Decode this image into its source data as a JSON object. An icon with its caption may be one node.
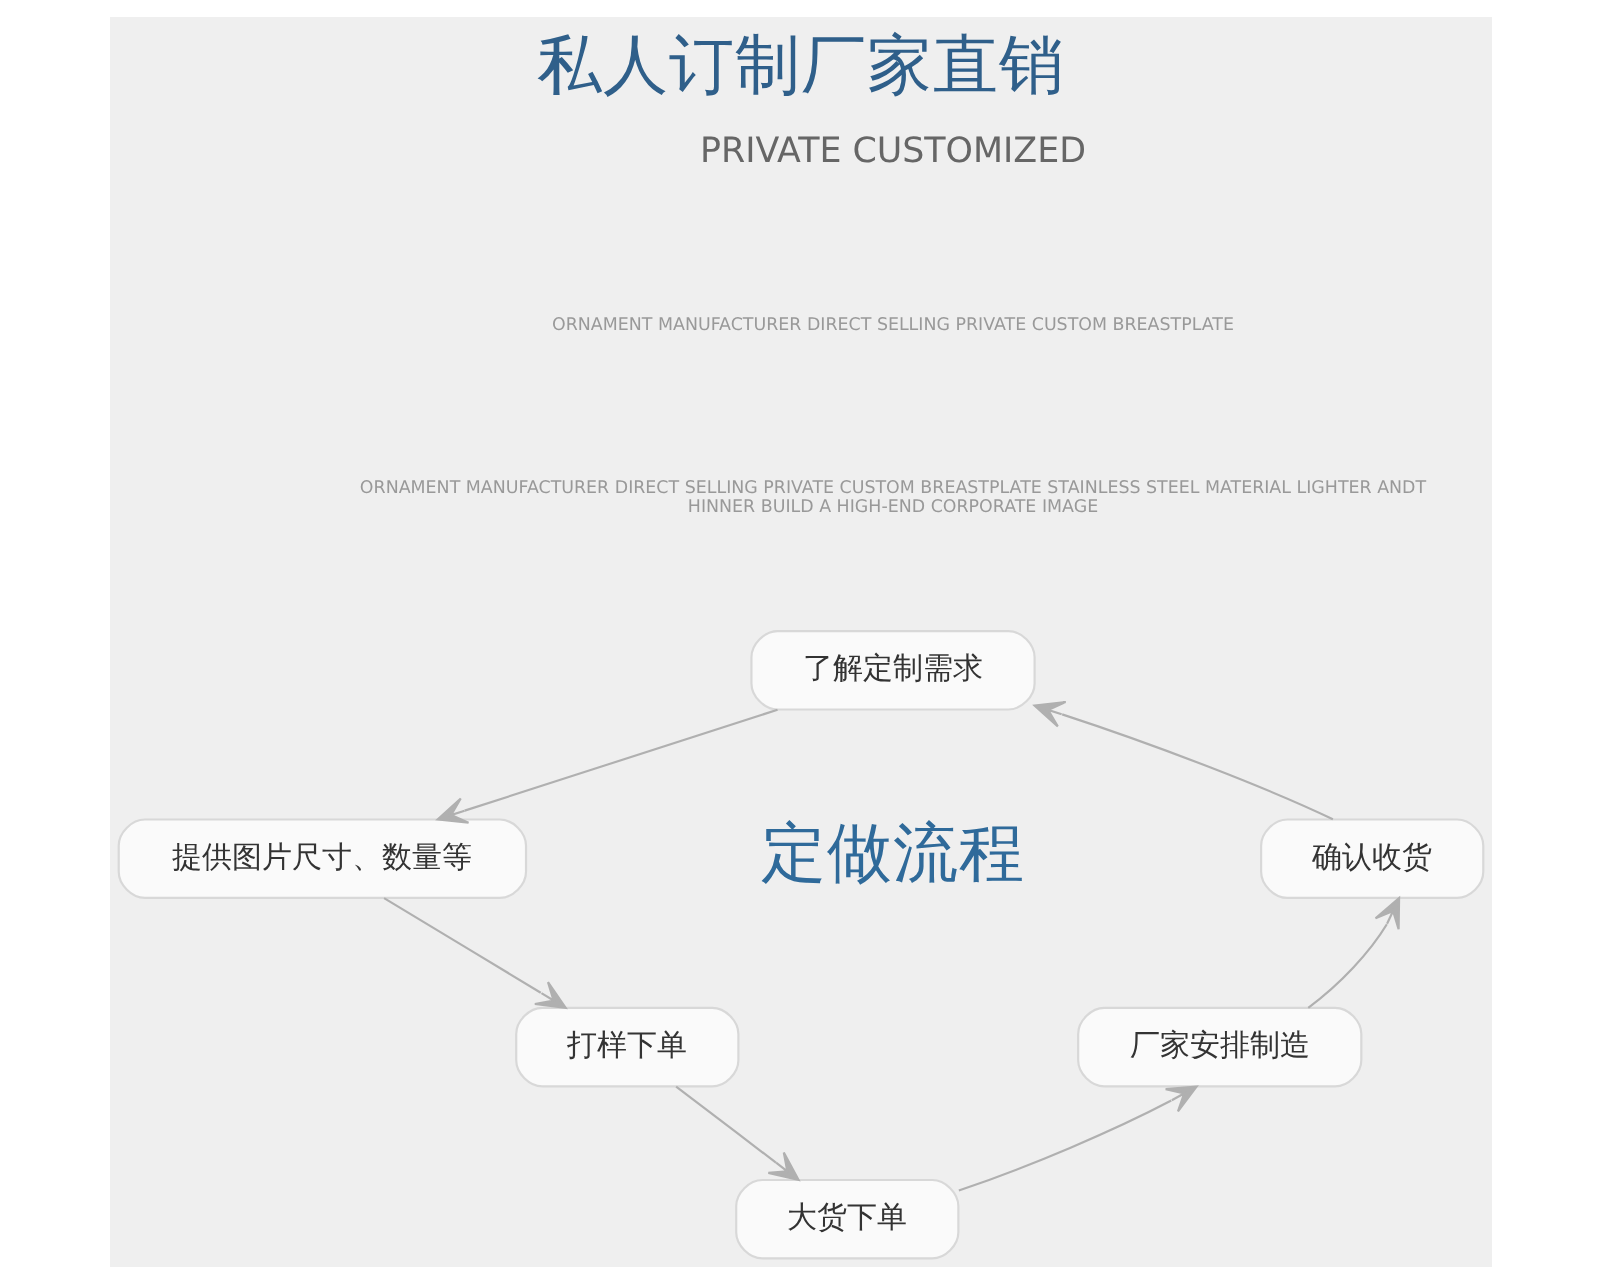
{
  "diagram": {
    "title": "私人订制厂家直销",
    "nodes": [
      {
        "text": [
          "了解定制需求"
        ]
      },
      {
        "text": [
          "提供图片尺寸、数量等"
        ]
      },
      {
        "text": [
          "打样下单"
        ]
      },
      {
        "text": [
          "大货下单"
        ]
      },
      {
        "text": [
          "厂家安排制造"
        ]
      },
      {
        "text": [
          "确认收货"
        ]
      }
    ],
    "edges": [
      {
        "from": 0,
        "to": 1,
        "arrow": "to"
      },
      {
        "from": 1,
        "to": 2,
        "arrow": "to"
      },
      {
        "from": 2,
        "to": 3,
        "arrow": "to"
      },
      {
        "from": 3,
        "to": 4,
        "arrow": "to"
      },
      {
        "from": 4,
        "to": 5,
        "arrow": "to"
      },
      {
        "from": 5,
        "to": 0,
        "arrow": "to"
      }
    ],
    "labels": [
      "PRIVATE CUSTOMIZED",
      "ORNAMENT MANUFACTURER DIRECT SELLING PRIVATE CUSTOM BREASTPLATE",
      "ORNAMENT MANUFACTURER DIRECT SELLING PRIVATE CUSTOM BREASTPLATE STAINLESS STEEL MATERIAL LIGHTER ANDT HINNER BUILD A HIGH-END CORPORATE IMAGE",
      "定做流程"
    ]
  }
}
